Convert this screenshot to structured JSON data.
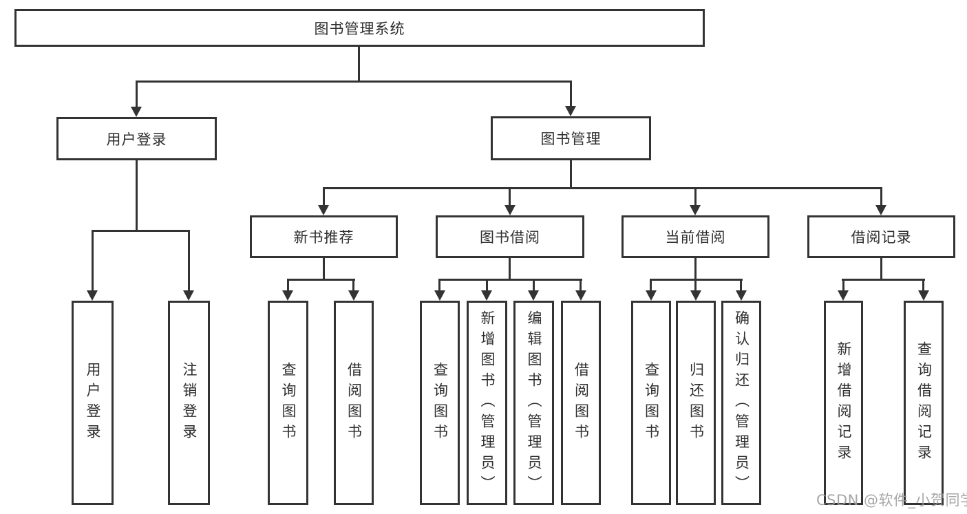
{
  "diagram": {
    "title": "图书管理系统",
    "root": {
      "label": "图书管理系统"
    },
    "branches": [
      {
        "label": "用户登录",
        "children": [
          {
            "label": "用户登录"
          },
          {
            "label": "注销登录"
          }
        ]
      },
      {
        "label": "图书管理",
        "children": [
          {
            "label": "新书推荐",
            "children": [
              {
                "label": "查询图书"
              },
              {
                "label": "借阅图书"
              }
            ]
          },
          {
            "label": "图书借阅",
            "children": [
              {
                "label": "查询图书"
              },
              {
                "label": "新增图书（管理员）"
              },
              {
                "label": "编辑图书（管理员）"
              },
              {
                "label": "借阅图书"
              }
            ]
          },
          {
            "label": "当前借阅",
            "children": [
              {
                "label": "查询图书"
              },
              {
                "label": "归还图书"
              },
              {
                "label": "确认归还（管理员）"
              }
            ]
          },
          {
            "label": "借阅记录",
            "children": [
              {
                "label": "新增借阅记录"
              },
              {
                "label": "查询借阅记录"
              }
            ]
          }
        ]
      }
    ],
    "colors": {
      "line": "#333333",
      "text": "#2f2f2f",
      "background": "#ffffff",
      "watermark": "#9c9c9c"
    }
  },
  "watermark": {
    "text": "CSDN @软件_小贺同学"
  }
}
